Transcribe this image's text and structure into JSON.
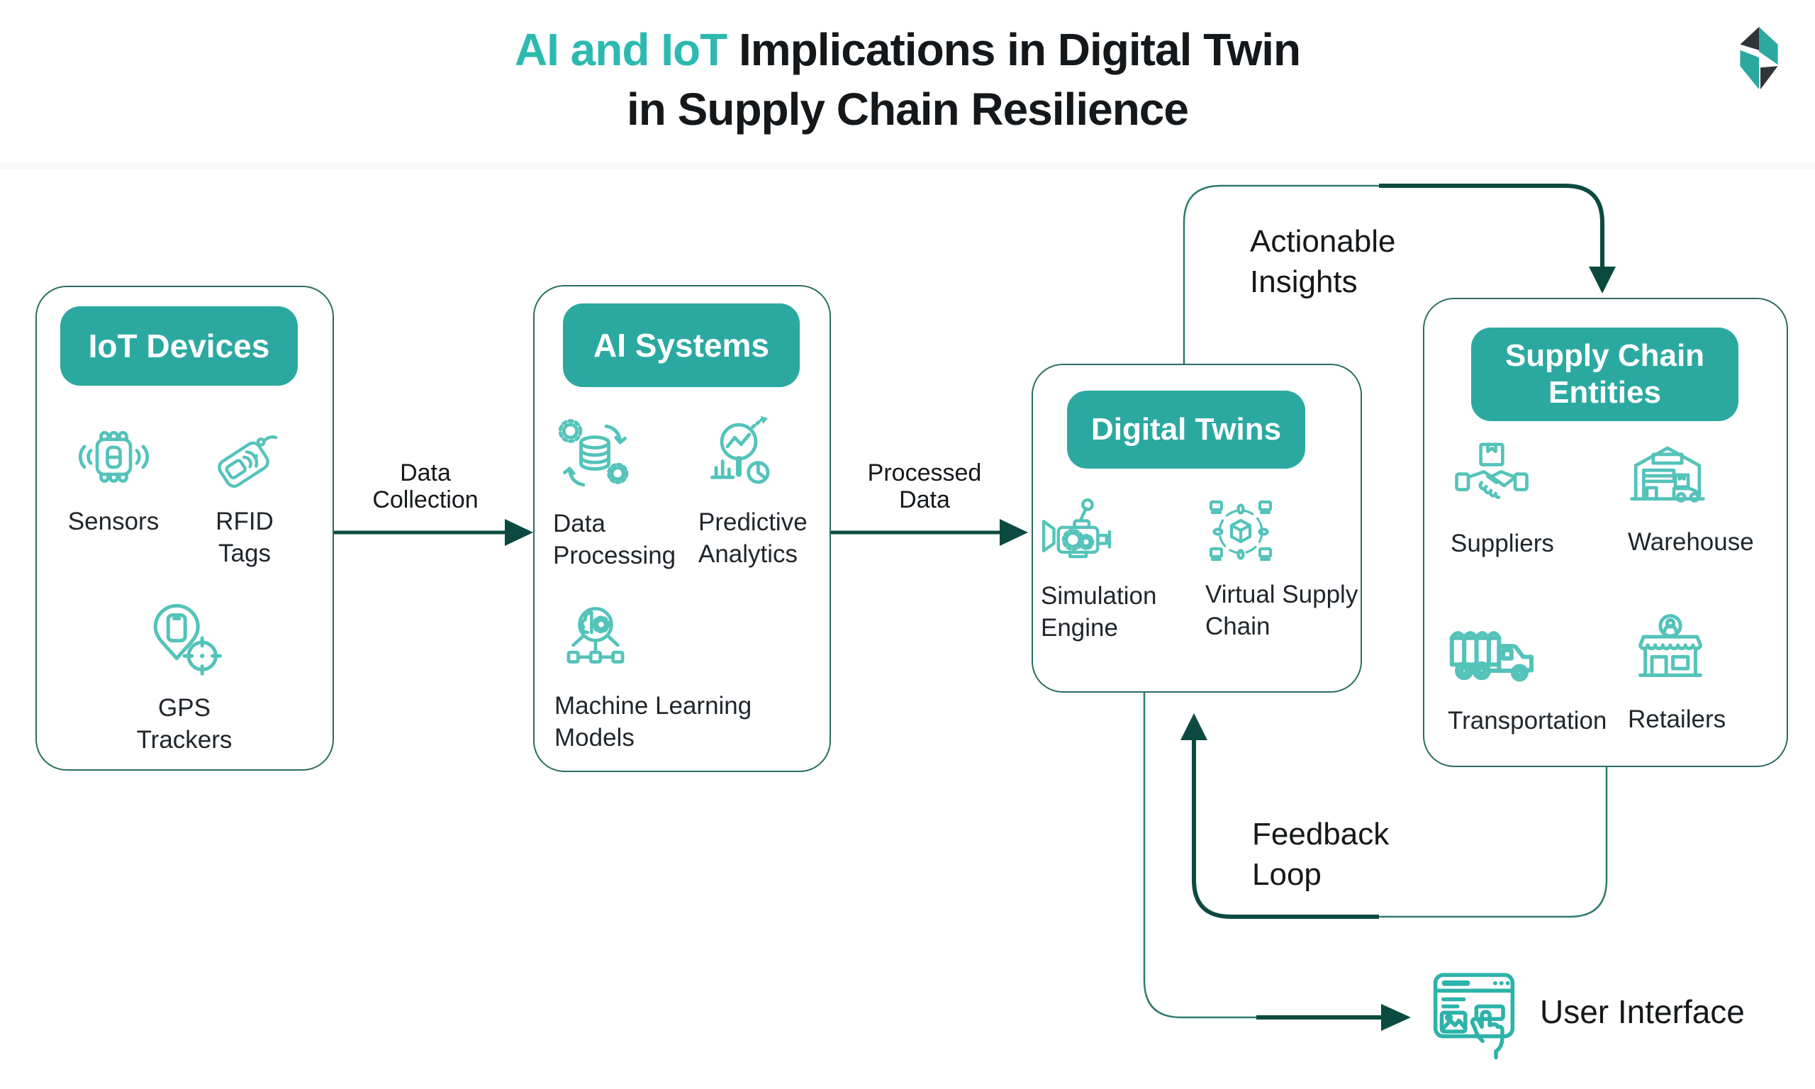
{
  "colors": {
    "teal_fill": "#2ba9a1",
    "teal_icon": "#54c3ba",
    "teal_title": "#2cb9af",
    "arrow_dark": "#0c4a40",
    "box_border": "#2a6e63",
    "text_dark": "#20262b"
  },
  "title": {
    "highlight": "AI and IoT ",
    "line1_rest": "Implications in Digital Twin",
    "line2": "in Supply Chain Resilience"
  },
  "logo": {
    "icon": "brand-logo"
  },
  "boxes": {
    "iot": {
      "title": "IoT Devices",
      "items": [
        {
          "label": "Sensors",
          "icon": "sensor-chip-icon"
        },
        {
          "label": "RFID Tags",
          "icon": "rfid-tag-icon"
        },
        {
          "label": "GPS Trackers",
          "icon": "gps-tracker-icon"
        }
      ]
    },
    "ai": {
      "title": "AI Systems",
      "items": [
        {
          "label": "Data Processing",
          "icon": "data-processing-icon"
        },
        {
          "label": "Predictive Analytics",
          "icon": "predictive-analytics-icon"
        },
        {
          "label": "Machine Learning Models",
          "icon": "machine-learning-icon"
        }
      ]
    },
    "dt": {
      "title": "Digital Twins",
      "items": [
        {
          "label": "Simulation Engine",
          "icon": "simulation-engine-icon"
        },
        {
          "label": "Virtual Supply Chain",
          "icon": "virtual-supply-chain-icon"
        }
      ]
    },
    "sc": {
      "title": "Supply Chain Entities",
      "items": [
        {
          "label": "Suppliers",
          "icon": "suppliers-handshake-icon"
        },
        {
          "label": "Warehouse",
          "icon": "warehouse-icon"
        },
        {
          "label": "Transportation",
          "icon": "transportation-truck-icon"
        },
        {
          "label": "Retailers",
          "icon": "retailers-store-icon"
        }
      ]
    }
  },
  "connections": {
    "data_collection": {
      "label": "Data Collection"
    },
    "processed_data": {
      "label": "Processed Data"
    },
    "actionable_insights": {
      "label": "Actionable Insights"
    },
    "feedback_loop": {
      "label": "Feedback Loop"
    },
    "user_interface": {
      "label": "User Interface",
      "icon": "user-interface-icon"
    }
  }
}
